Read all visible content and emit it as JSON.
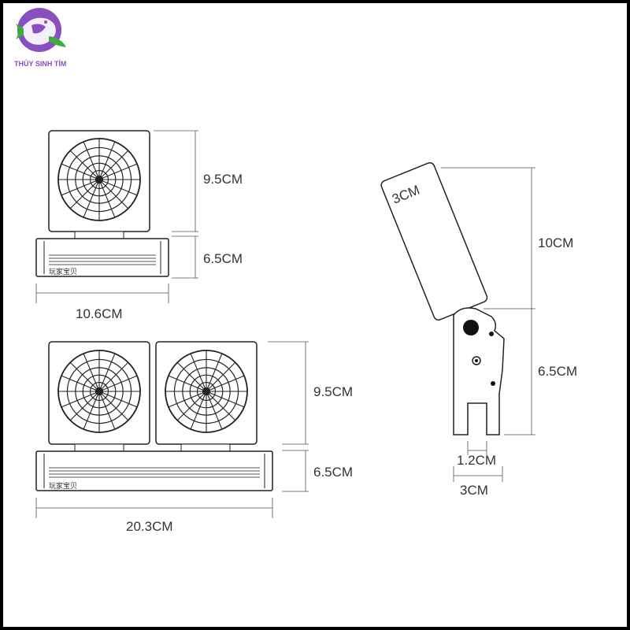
{
  "logo": {
    "text": "THỦY SINH TÍM",
    "color": "#8a4fbf",
    "accent": "#3cae3c"
  },
  "single_unit": {
    "height_top": "9.5CM",
    "height_base": "6.5CM",
    "width": "10.6CM",
    "brand": "玩家宝贝"
  },
  "double_unit": {
    "height_top": "9.5CM",
    "height_base": "6.5CM",
    "width": "20.3CM",
    "brand": "玩家宝贝"
  },
  "clamp": {
    "panel_width": "3CM",
    "panel_length": "10CM",
    "clamp_height": "6.5CM",
    "slot_width": "1.2CM",
    "clamp_width": "3CM"
  },
  "colors": {
    "border": "#000000",
    "line": "#222222",
    "text": "#333333"
  }
}
